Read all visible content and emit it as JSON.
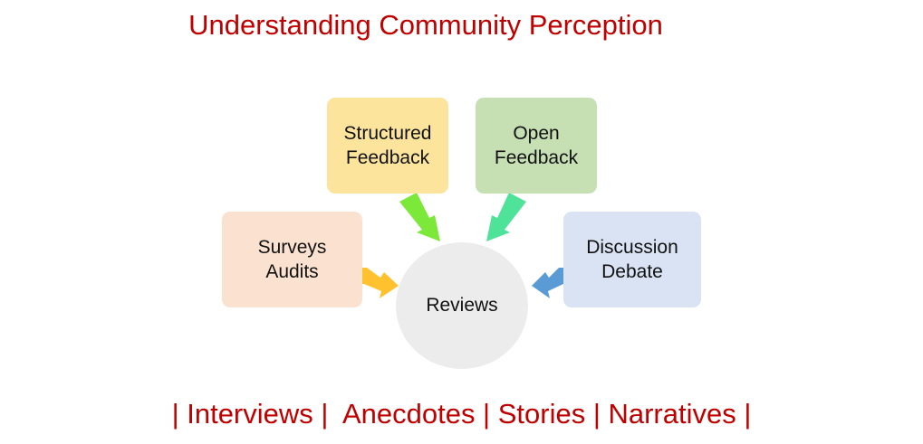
{
  "title": "Understanding Community Perception",
  "boxes": {
    "structured": {
      "line1": "Structured",
      "line2": "Feedback",
      "color": "#fde49c"
    },
    "open": {
      "line1": "Open",
      "line2": "Feedback",
      "color": "#c6e0b4"
    },
    "surveys": {
      "line1": "Surveys",
      "line2": "Audits",
      "color": "#fbe2d0"
    },
    "discussion": {
      "line1": "Discussion",
      "line2": "Debate",
      "color": "#dae3f3"
    }
  },
  "center": {
    "label": "Reviews",
    "color": "#ececec"
  },
  "arrow_colors": {
    "structured": "#7be83a",
    "open": "#4fe39a",
    "surveys": "#ffc22e",
    "discussion": "#5b9bd5"
  },
  "bottom_text": "| Interviews |  Anecdotes | Stories | Narratives |",
  "text_color": "#c00000"
}
